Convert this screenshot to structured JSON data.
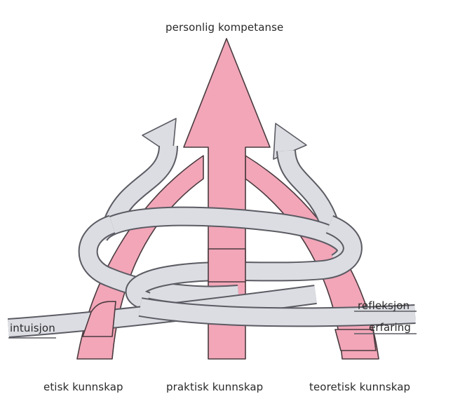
{
  "diagram": {
    "top_label": "personlig kompetanse",
    "bottom_labels": {
      "left": "etisk kunnskap",
      "center": "praktisk kunnskap",
      "right": "teoretisk kunnskap"
    },
    "band_labels": {
      "left": "intuisjon",
      "right_upper": "refleksjon",
      "right_lower": "erfaring"
    },
    "colors": {
      "knowledge_arrows": "#f2a6b8",
      "bands": "#dcdde3",
      "outline": "#4a3a3f"
    }
  }
}
